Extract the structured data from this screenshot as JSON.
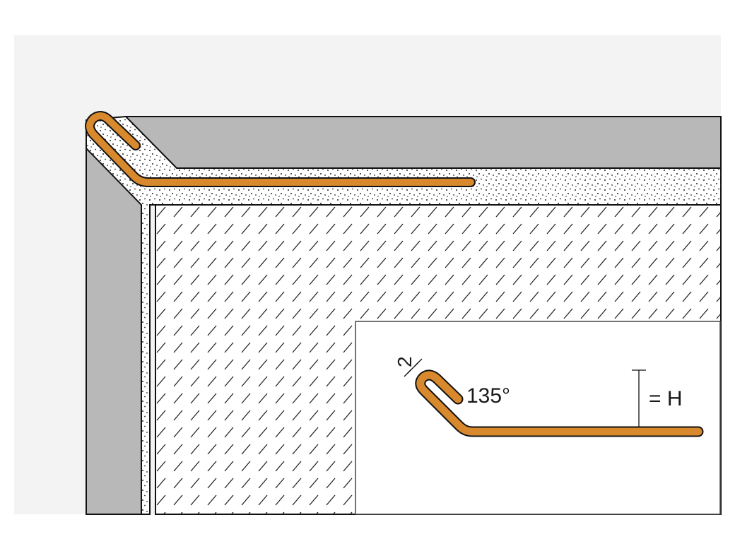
{
  "colors": {
    "backdrop": "#f3f3f3",
    "tile": "#b8b8b8",
    "adhesive": "#ffffff",
    "substrate": "#ffffff",
    "profile": "#d8892e",
    "outline": "#111111",
    "inset_panel": "#ffffff"
  },
  "detail": {
    "wall_thickness_label": "2",
    "angle_label": "135°",
    "height_label": "= H"
  }
}
